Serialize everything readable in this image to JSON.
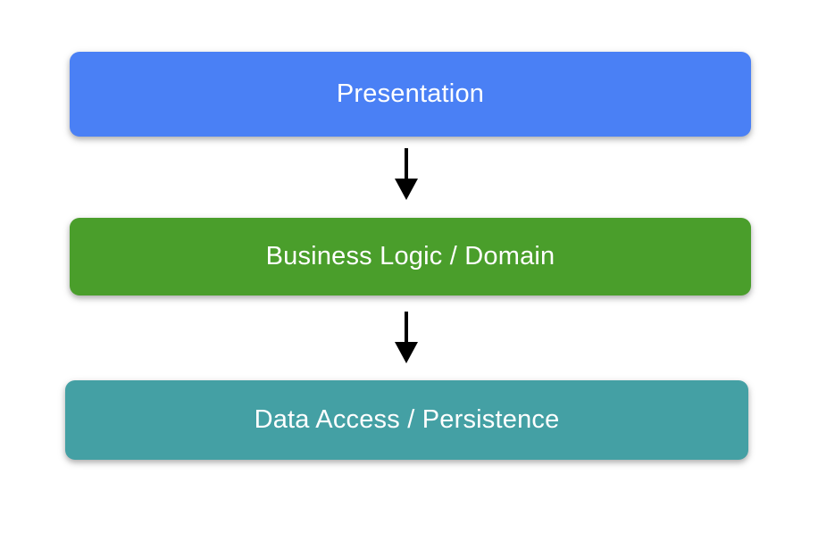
{
  "diagram": {
    "type": "layered-architecture",
    "background_color": "#ffffff",
    "layers": [
      {
        "id": "presentation",
        "label": "Presentation",
        "fill_color": "#4a80f5",
        "text_color": "#ffffff"
      },
      {
        "id": "business-logic",
        "label": "Business Logic / Domain",
        "fill_color": "#4a9e2b",
        "text_color": "#ffffff"
      },
      {
        "id": "data-access",
        "label": "Data Access / Persistence",
        "fill_color": "#44a0a4",
        "text_color": "#ffffff"
      }
    ],
    "connectors": [
      {
        "id": "presentation-to-business",
        "icon": "arrow-down-icon",
        "color": "#000000",
        "from": "presentation",
        "to": "business-logic"
      },
      {
        "id": "business-to-data",
        "icon": "arrow-down-icon",
        "color": "#000000",
        "from": "business-logic",
        "to": "data-access"
      }
    ]
  }
}
